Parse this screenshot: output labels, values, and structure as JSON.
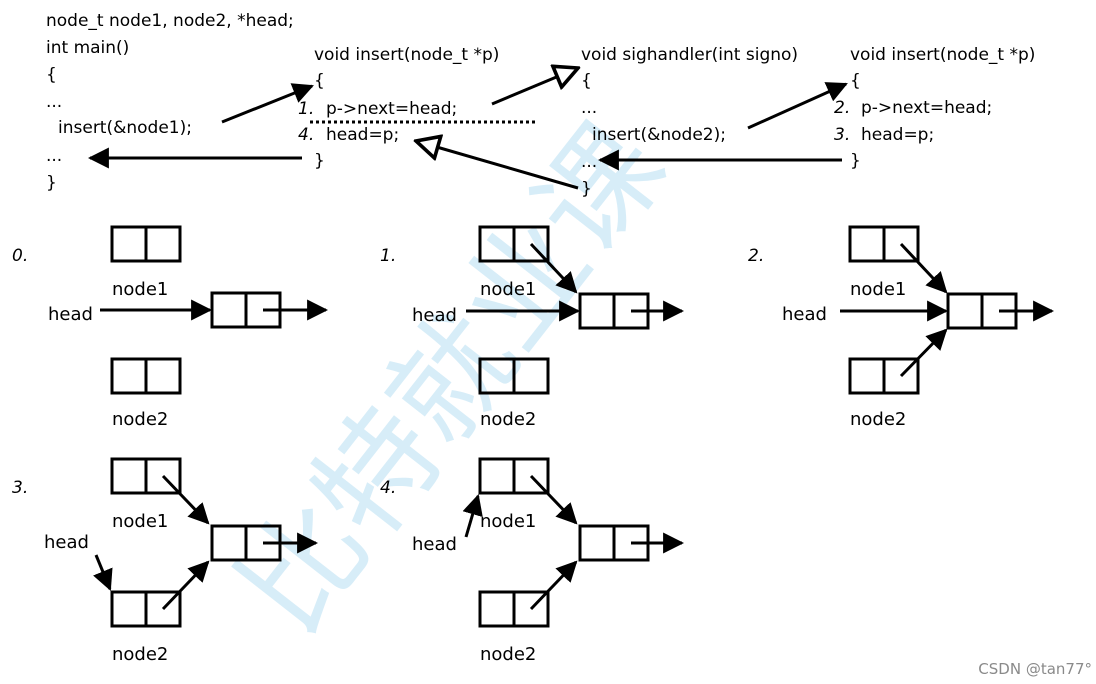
{
  "code": {
    "main": {
      "decl": "node_t node1, node2, *head;",
      "sig": "int main()",
      "open": "{",
      "dots1": "...",
      "call": "insert(&node1);",
      "dots2": "...",
      "close": "}"
    },
    "insert1": {
      "sig": "void insert(node_t *p)",
      "open": "{",
      "n1": "1.",
      "line1": "p->next=head;",
      "n4": "4.",
      "line2": "head=p;",
      "close": "}"
    },
    "handler": {
      "sig": "void sighandler(int signo)",
      "open": "{",
      "dots1": "...",
      "call": "insert(&node2);",
      "dots2": "...",
      "close": "}"
    },
    "insert2": {
      "sig": "void insert(node_t *p)",
      "open": "{",
      "n2": "2.",
      "line1": "p->next=head;",
      "n3": "3.",
      "line2": "head=p;",
      "close": "}"
    }
  },
  "states": [
    {
      "step": "0.",
      "node1": "node1",
      "node2": "node2",
      "head": "head"
    },
    {
      "step": "1.",
      "node1": "node1",
      "node2": "node2",
      "head": "head"
    },
    {
      "step": "2.",
      "node1": "node1",
      "node2": "node2",
      "head": "head"
    },
    {
      "step": "3.",
      "node1": "node1",
      "node2": "node2",
      "head": "head"
    },
    {
      "step": "4.",
      "node1": "node1",
      "node2": "node2",
      "head": "head"
    }
  ],
  "watermark": "比特就业课",
  "credit": "CSDN @tan77°",
  "colors": {
    "ink": "#000000",
    "watermark": "#a8d8f0",
    "credit": "#8a8a8a"
  }
}
